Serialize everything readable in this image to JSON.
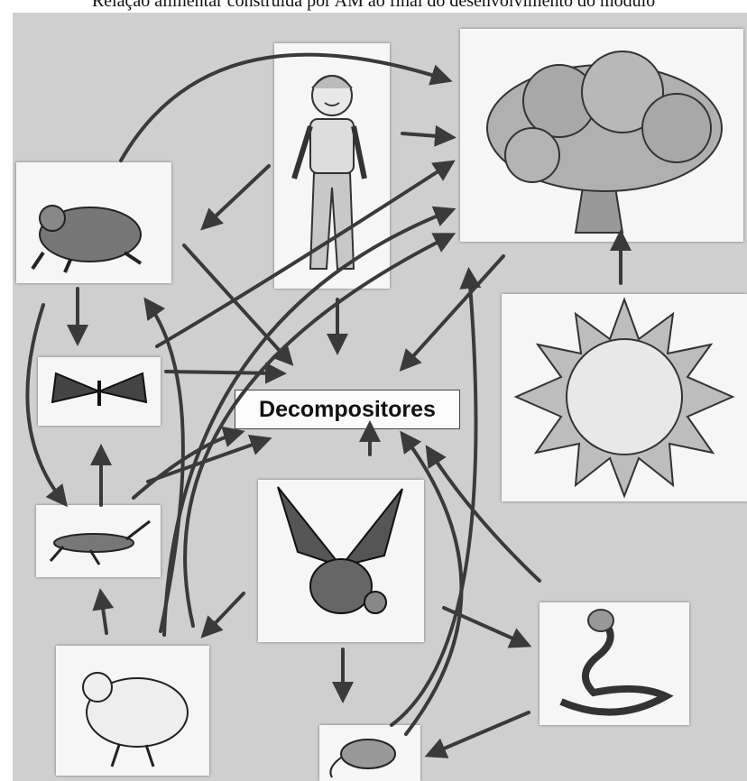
{
  "caption": "Relação alimentar construída por AM ao final do desenvolvimento do módulo",
  "center_label": "Decompositores",
  "organisms": [
    {
      "id": "boy",
      "icon": "boy-icon"
    },
    {
      "id": "tree",
      "icon": "tree-icon"
    },
    {
      "id": "frog",
      "icon": "frog-icon"
    },
    {
      "id": "butterfly",
      "icon": "butterfly-icon"
    },
    {
      "id": "sun",
      "icon": "sun-icon"
    },
    {
      "id": "grasshopper",
      "icon": "grasshopper-icon"
    },
    {
      "id": "eagle",
      "icon": "eagle-icon"
    },
    {
      "id": "chicken",
      "icon": "chicken-icon"
    },
    {
      "id": "snake",
      "icon": "snake-icon"
    },
    {
      "id": "mouse",
      "icon": "mouse-icon"
    }
  ],
  "colors": {
    "board": "#cfcfcf",
    "card": "#f6f6f6",
    "arrow": "#3a3a3a"
  }
}
